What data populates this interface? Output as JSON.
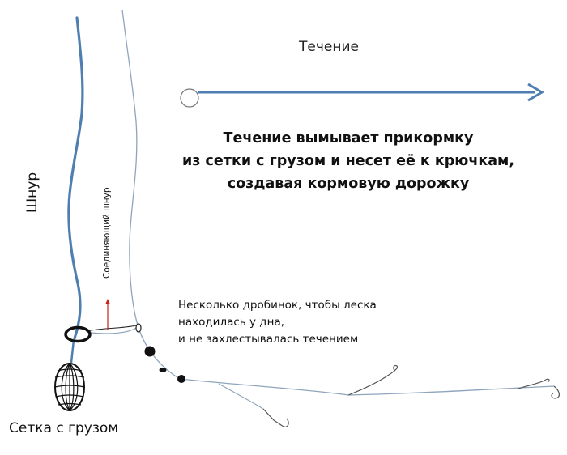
{
  "diagram": {
    "current_label": "Течение",
    "headline": [
      "Течение вымывает прикормку",
      "из сетки с грузом и несет её к крючкам,",
      "создавая кормовую дорожку"
    ],
    "line_label": "Шнур",
    "connector_label": "Соединяющий шнур",
    "pellets_note": [
      "Несколько дробинок, чтобы леска",
      "находилась у дна,",
      "и не захлестывалась течением"
    ],
    "net_caption": "Сетка с грузом"
  },
  "colors": {
    "main_line": "#4f7fb0",
    "leader_line": "#8ea5bd",
    "arrow": "#4f7fb0",
    "pointer": "#cc1f1f",
    "weights": "#111111"
  }
}
